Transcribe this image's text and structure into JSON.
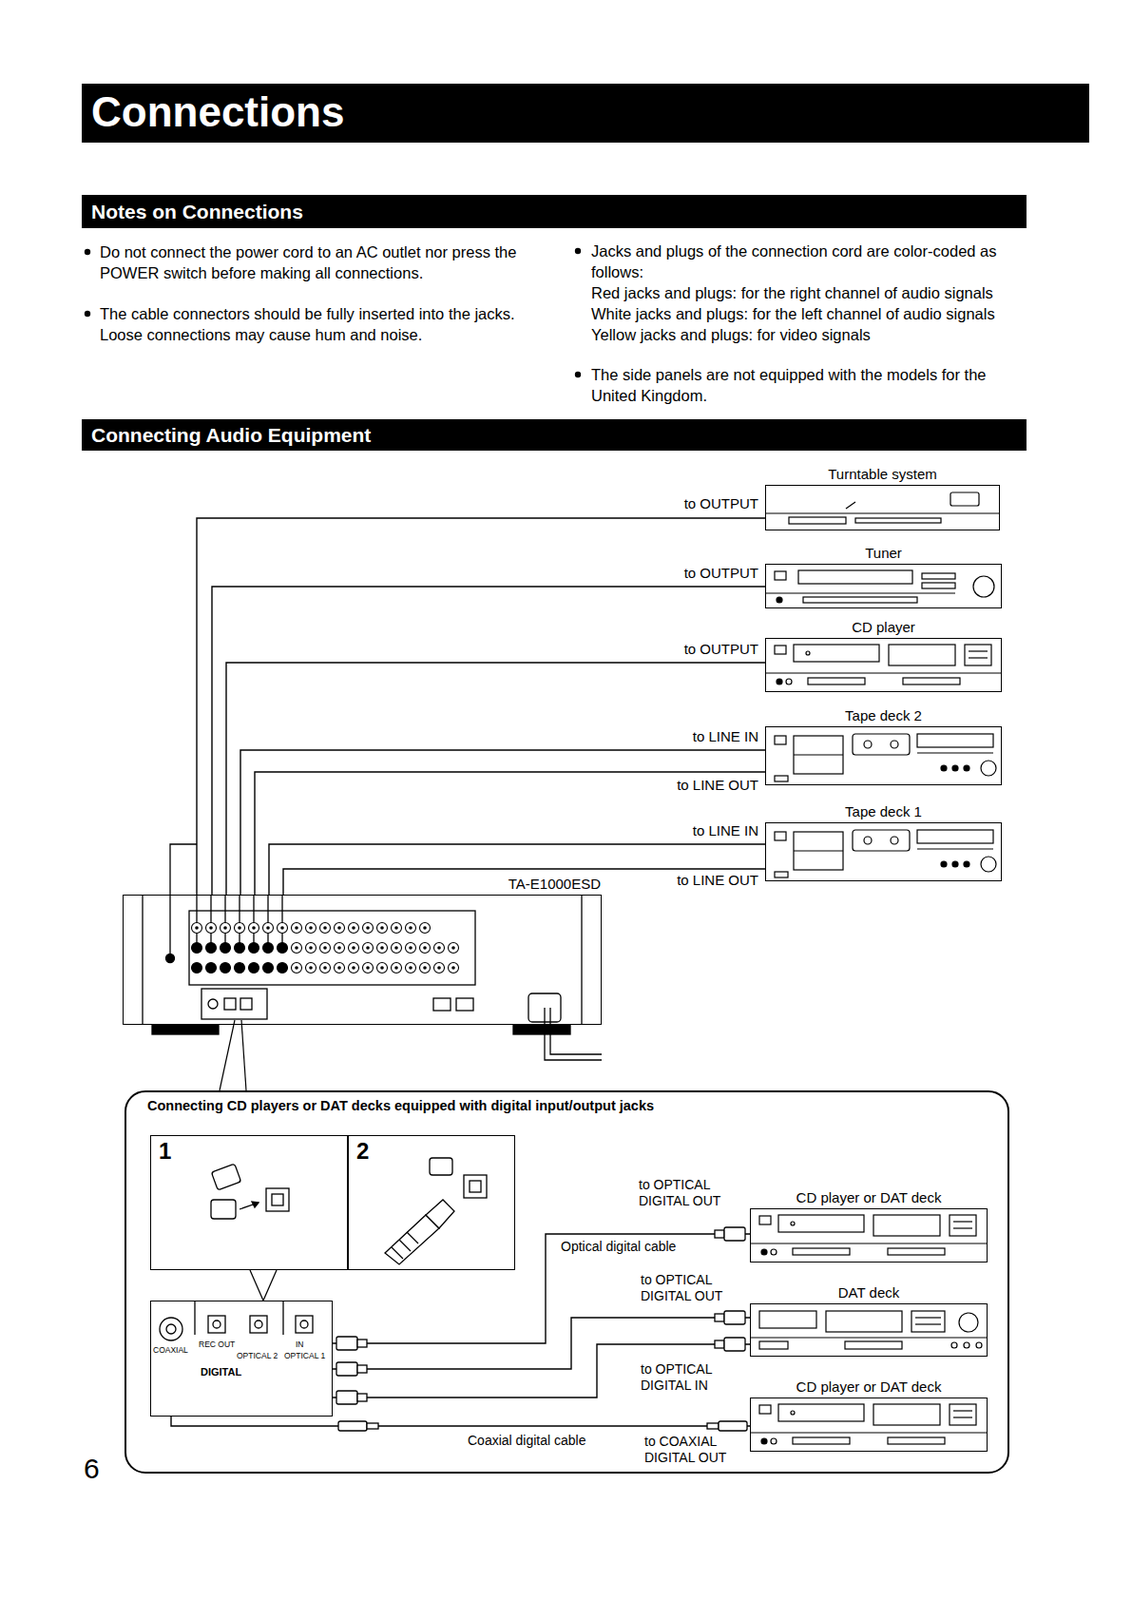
{
  "diagram": {
    "title": "Connections",
    "nodes": [
      {
        "text": [
          "Notes on Connections"
        ]
      },
      {
        "text": [
          "Connecting Audio Equipment"
        ]
      },
      {
        "text": [
          "Turntable system"
        ]
      },
      {
        "text": [
          "Tuner"
        ]
      },
      {
        "text": [
          "CD player"
        ]
      },
      {
        "text": [
          "Tape deck 2"
        ]
      },
      {
        "text": [
          "Tape deck 1"
        ]
      },
      {
        "text": [
          "TA-E1000ESD"
        ]
      },
      {
        "text": [
          "Connecting CD players or DAT decks equipped with digital input/output jacks"
        ]
      },
      {
        "text": [
          "1"
        ],
        "in": 8
      },
      {
        "text": [
          "2"
        ],
        "in": 8
      },
      {
        "text": [
          "COAXIAL",
          "REC OUT",
          "OPTICAL 2",
          "IN",
          "OPTICAL 1",
          "DIGITAL"
        ],
        "in": 8
      },
      {
        "text": [
          "CD player or DAT deck"
        ],
        "in": 8
      },
      {
        "text": [
          "DAT deck"
        ],
        "in": 8
      },
      {
        "text": [
          "CD player or DAT deck"
        ],
        "in": 8
      }
    ],
    "edges": [
      {
        "from": 2,
        "to": 7,
        "arrow": "none",
        "label": "to OUTPUT"
      },
      {
        "from": 3,
        "to": 7,
        "arrow": "none",
        "label": "to OUTPUT"
      },
      {
        "from": 4,
        "to": 7,
        "arrow": "none",
        "label": "to OUTPUT"
      },
      {
        "from": 7,
        "to": 5,
        "arrow": "none",
        "label": "to LINE IN"
      },
      {
        "from": 5,
        "to": 7,
        "arrow": "none",
        "label": "to LINE OUT"
      },
      {
        "from": 7,
        "to": 6,
        "arrow": "none",
        "label": "to LINE IN"
      },
      {
        "from": 6,
        "to": 7,
        "arrow": "none",
        "label": "to LINE OUT"
      },
      {
        "from": 12,
        "to": 11,
        "arrow": "none",
        "label": "Optical digital cable"
      },
      {
        "from": 13,
        "to": 11,
        "arrow": "none",
        "label": "to OPTICAL DIGITAL OUT"
      },
      {
        "from": 11,
        "to": 13,
        "arrow": "none",
        "label": "to OPTICAL DIGITAL IN"
      },
      {
        "from": 14,
        "to": 11,
        "arrow": "none",
        "label": "Coaxial digital cable"
      }
    ],
    "labels": [
      "Do not connect the power cord to an AC outlet nor press the POWER switch before making all connections.",
      "The cable connectors should be fully inserted into the jacks. Loose connections may cause hum and noise.",
      "Jacks and plugs of the connection cord are color-coded as follows:",
      "Red jacks and plugs: for the right channel of audio signals",
      "White jacks and plugs: for the left channel of audio signals",
      "Yellow jacks and plugs: for video signals",
      "The side panels are not equipped with the models for the United Kingdom.",
      "to OPTICAL DIGITAL OUT",
      "to COAXIAL DIGITAL OUT",
      "6"
    ]
  }
}
